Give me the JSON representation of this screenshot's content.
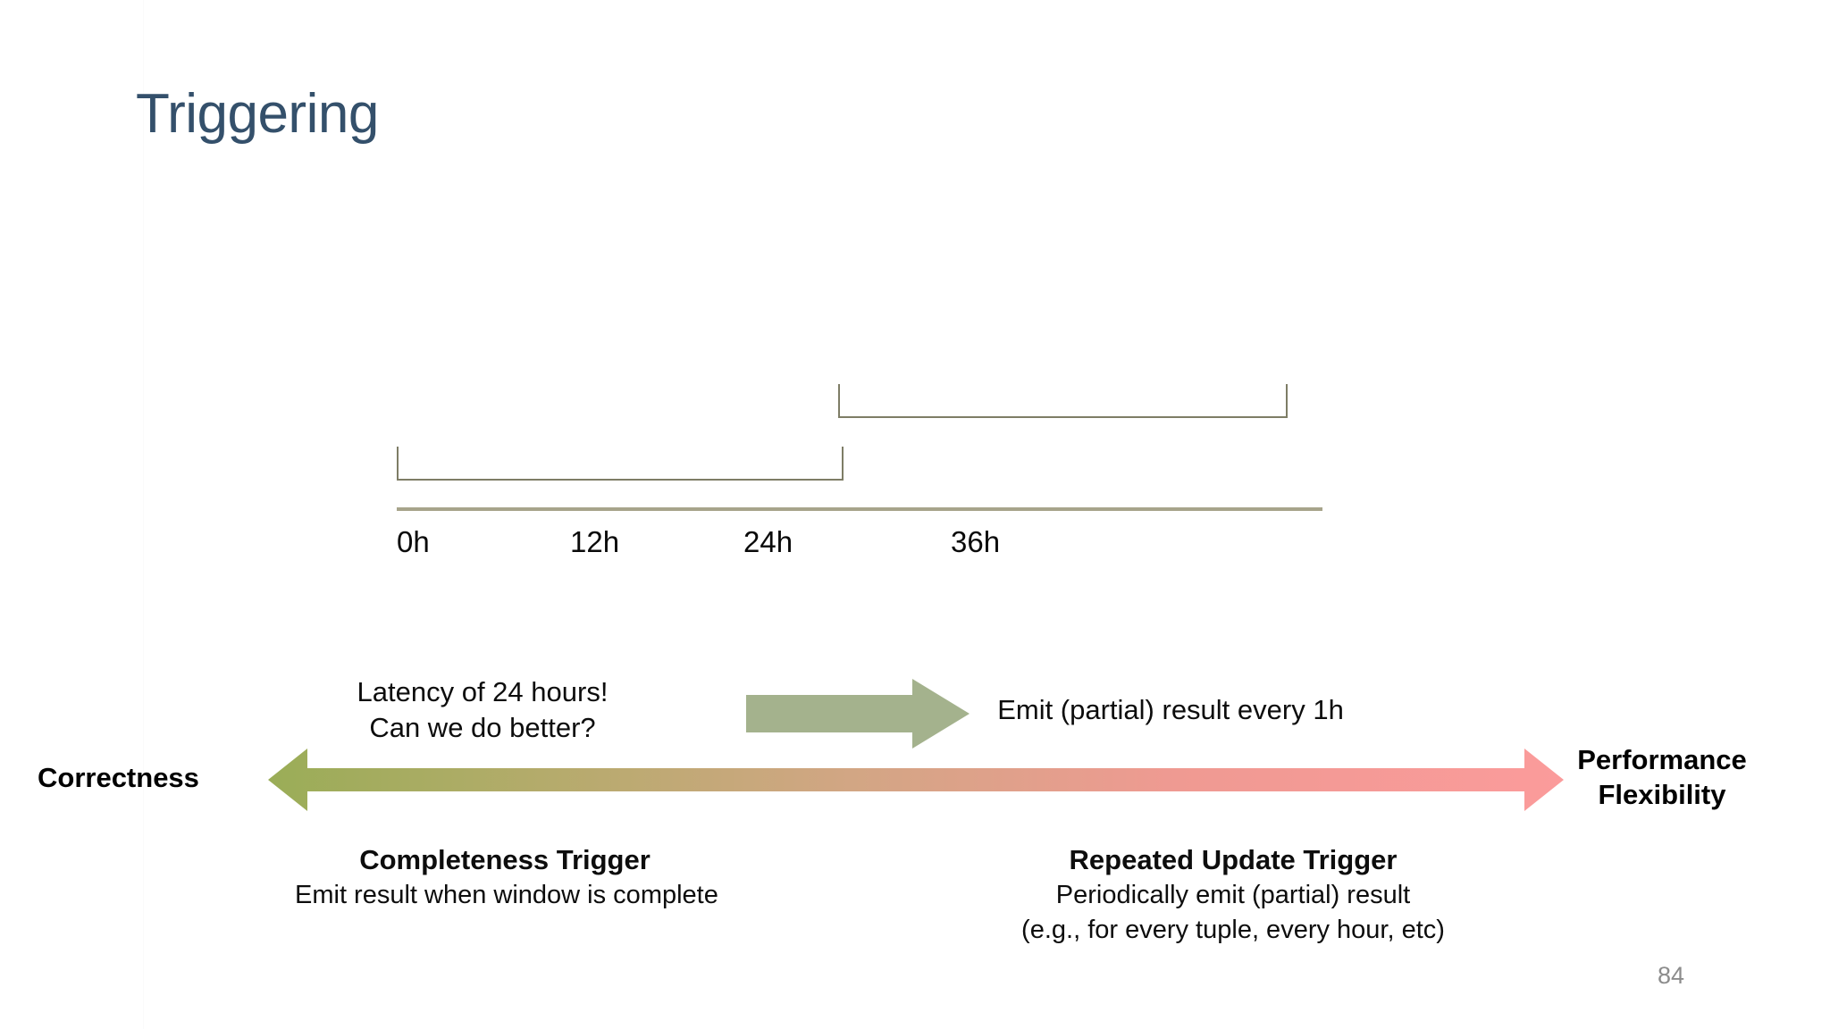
{
  "slide": {
    "title": "Triggering",
    "page_number": "84",
    "title_color": "#34506b",
    "background": "#ffffff"
  },
  "timeline": {
    "tick_labels": [
      "0h",
      "12h",
      "24h",
      "36h"
    ],
    "tick_positions_pct": [
      0,
      24,
      47.5,
      71
    ],
    "axis_color": "#a7a48b",
    "bracket_color": "#7e7d66",
    "windows": [
      {
        "name": "window-0h-24h",
        "start": "0h",
        "end": "24h"
      },
      {
        "name": "window-24h-48h",
        "start": "24h",
        "end": "48h"
      }
    ]
  },
  "annotations": {
    "latency_note_line1": "Latency of 24 hours!",
    "latency_note_line2": "Can we do better?",
    "emit_note": "Emit (partial) result every 1h",
    "arrow_color": "#a4b28d"
  },
  "spectrum": {
    "left_label": "Correctness",
    "right_label_line1": "Performance",
    "right_label_line2": "Flexibility",
    "gradient_start": "#9aad57",
    "gradient_end": "#fb9b9b"
  },
  "triggers": [
    {
      "title": "Completeness Trigger",
      "lines": [
        "Emit result when window is complete"
      ]
    },
    {
      "title": "Repeated Update Trigger",
      "lines": [
        "Periodically emit (partial) result",
        "(e.g., for every tuple, every hour, etc)"
      ]
    }
  ]
}
